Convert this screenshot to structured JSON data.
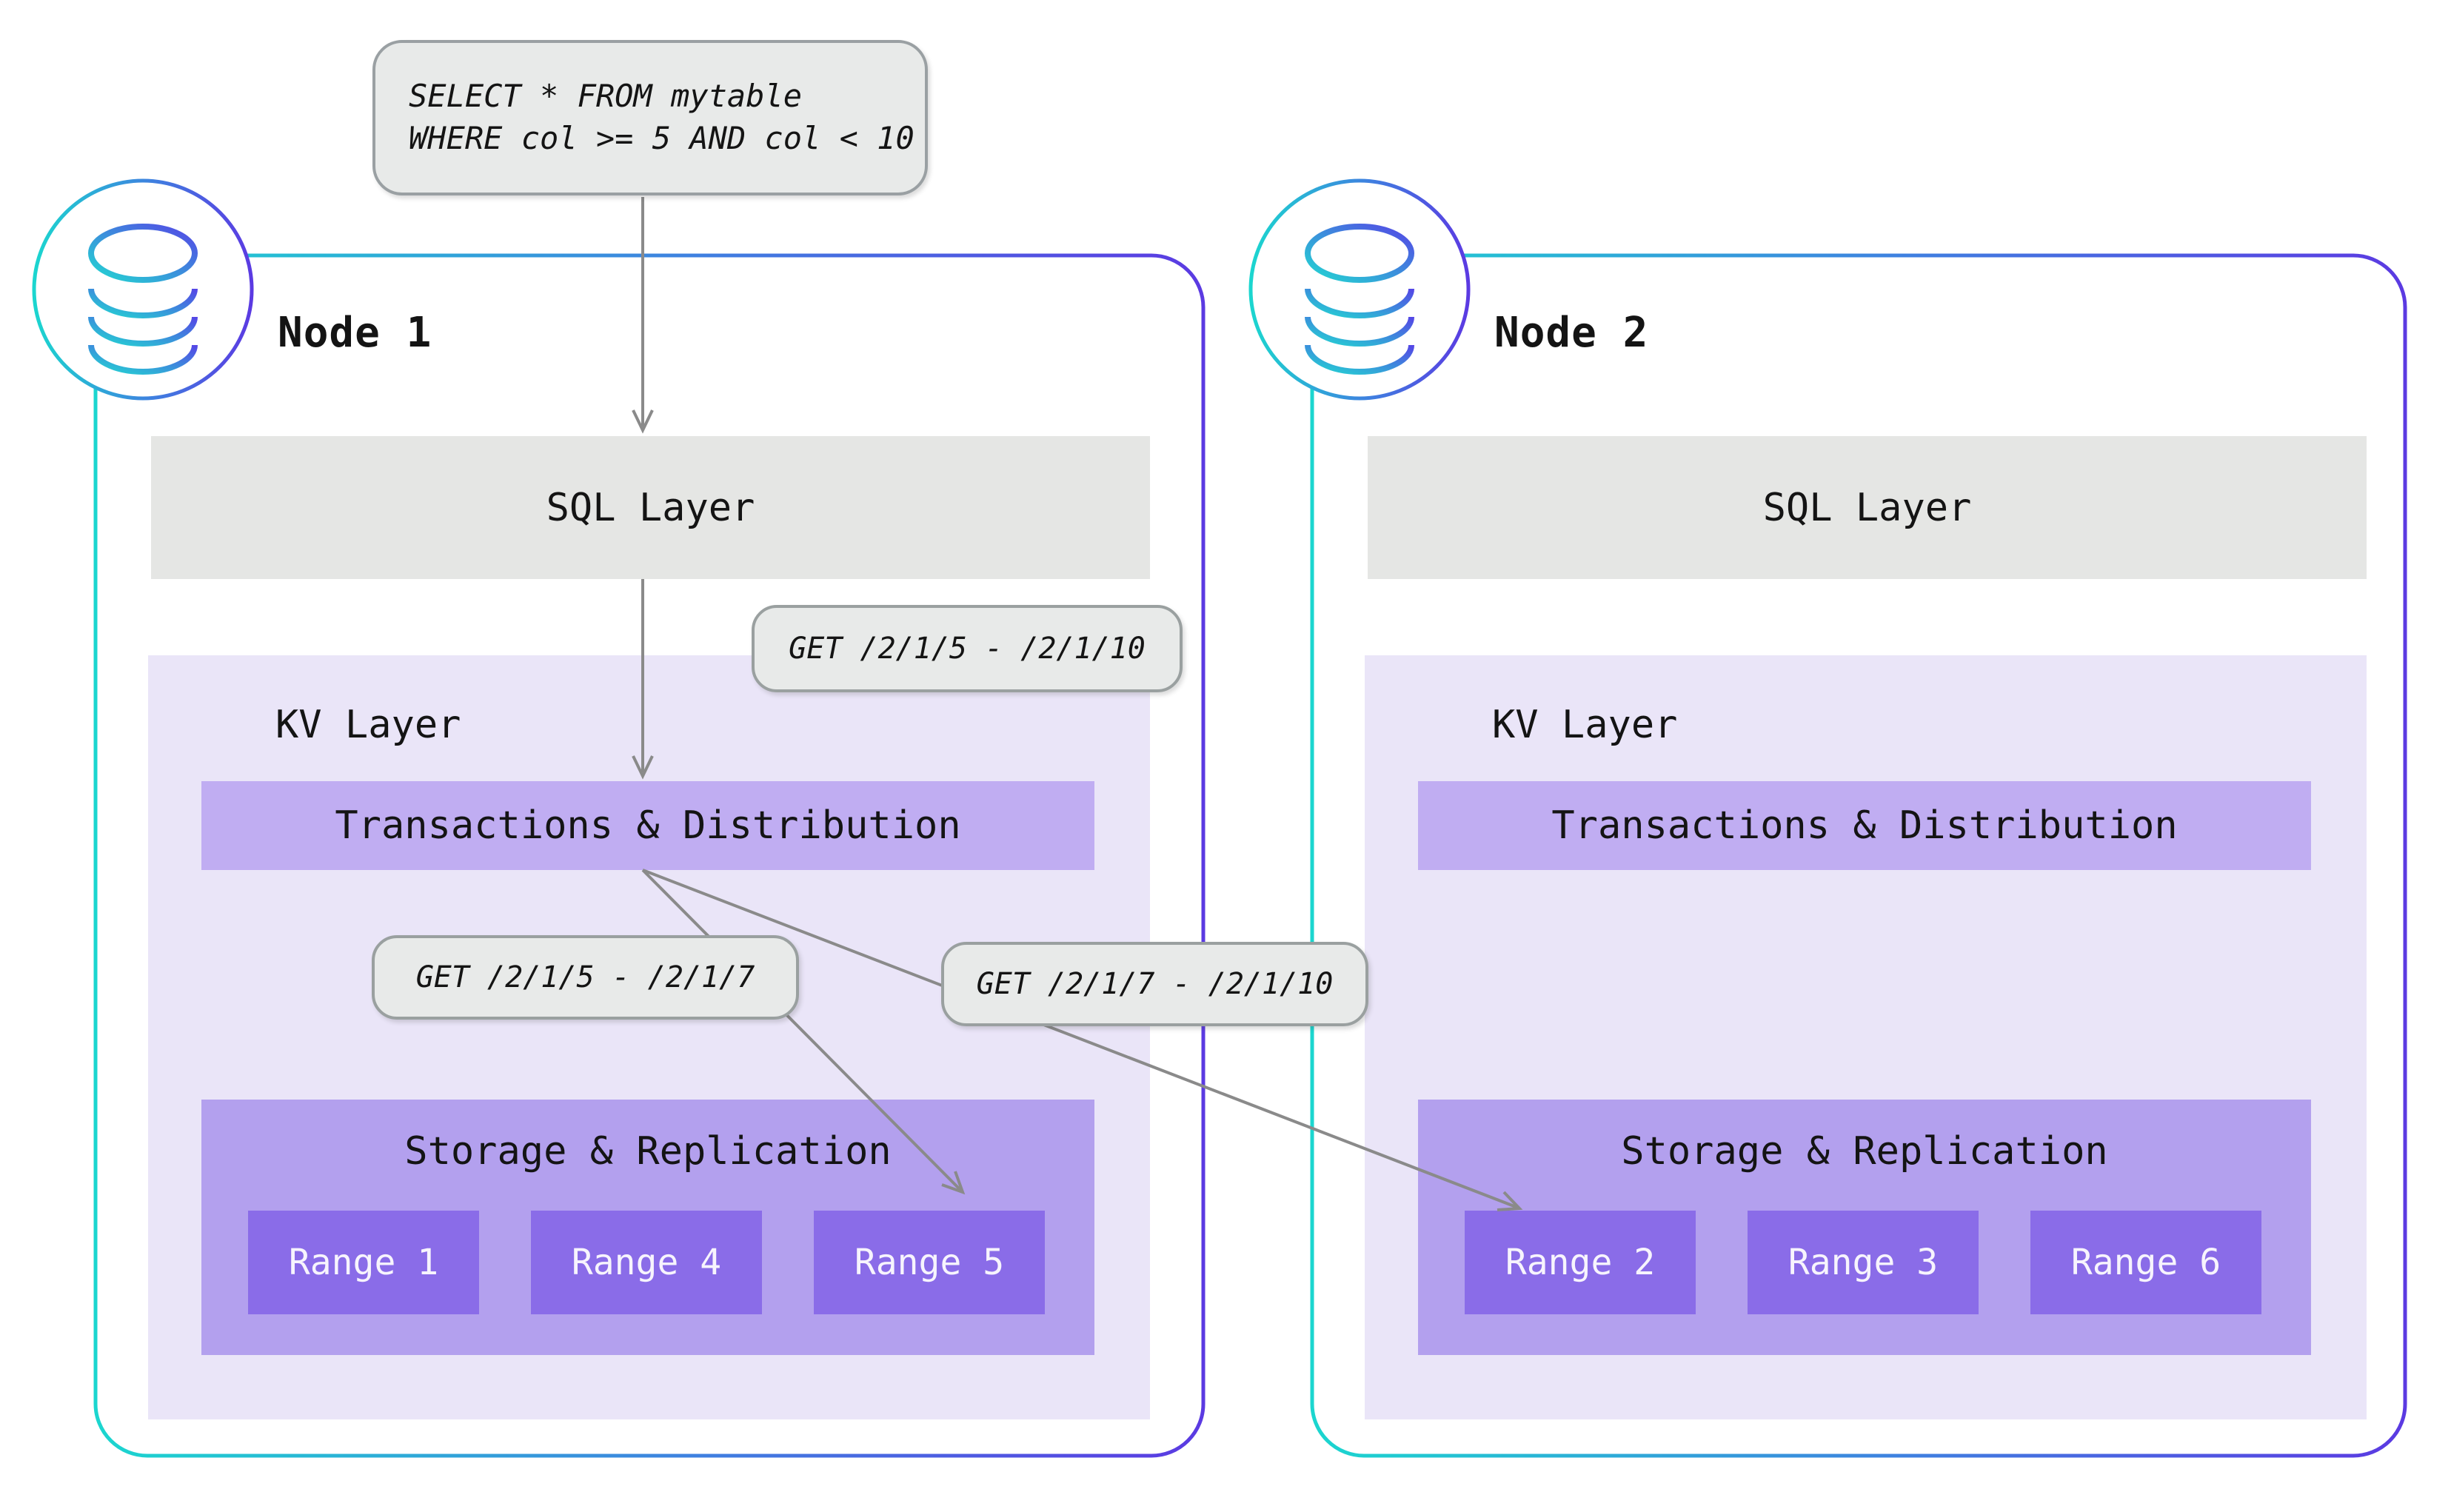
{
  "query_box": {
    "line1": "SELECT * FROM mytable",
    "line2": "WHERE col >= 5 AND col < 10"
  },
  "request_labels": {
    "sql_to_kv": "GET /2/1/5 - /2/1/10",
    "local_range": "GET /2/1/5 - /2/1/7",
    "remote_range": "GET /2/1/7 - /2/1/10"
  },
  "nodes": [
    {
      "title": "Node 1",
      "sql_layer_label": "SQL Layer",
      "kv_layer_label": "KV Layer",
      "transactions_label": "Transactions & Distribution",
      "storage_label": "Storage & Replication",
      "ranges": [
        "Range 1",
        "Range 4",
        "Range 5"
      ]
    },
    {
      "title": "Node 2",
      "sql_layer_label": "SQL Layer",
      "kv_layer_label": "KV Layer",
      "transactions_label": "Transactions & Distribution",
      "storage_label": "Storage & Replication",
      "ranges": [
        "Range 2",
        "Range 3",
        "Range 6"
      ]
    }
  ],
  "icons": {
    "node_badge": "database-icon"
  },
  "colors": {
    "node_border_start": "#1bd6cf",
    "node_border_end": "#5b3ae2",
    "arrow": "#8a8a8a",
    "callout_bg": "#e8eae9",
    "callout_border": "#9aa0a0",
    "sql_layer_bg": "#e5e6e4",
    "kv_layer_bg": "#eae5f8",
    "transactions_bg": "#c0adf2",
    "storage_bg": "#b3a0ee",
    "range_bg": "#8a6ce8",
    "range_text": "#f7f4fd",
    "text": "#141414"
  }
}
